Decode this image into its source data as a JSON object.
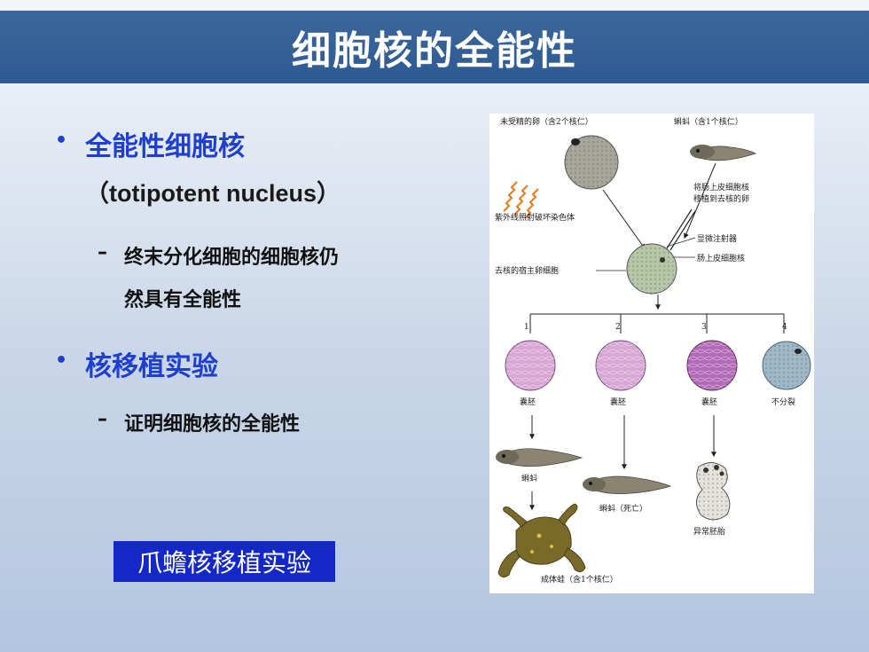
{
  "title": "细胞核的全能性",
  "bullets": {
    "b1": "全能性细胞核",
    "b1_sub": "（totipotent nucleus）",
    "b1_child_line1": "终末分化细胞的细胞核仍",
    "b1_child_line2": "然具有全能性",
    "b2": "核移植实验",
    "b2_child": "证明细胞核的全能性"
  },
  "marks": {
    "bullet": "•",
    "dash": "–"
  },
  "label_box": "爪蟾核移植实验",
  "figure": {
    "egg_top": "未受精的卵（含2个核仁）",
    "tadpole_top": "蝌蚪（含1个核仁）",
    "uv": "紫外线照射破坏染色体",
    "transfer_1": "将肠上皮细胞核",
    "transfer_2": "移植到去核的卵",
    "micropipette": "显微注射器",
    "intestinal": "肠上皮细胞核",
    "enucleated": "去核的宿主卵细胞",
    "n1": "1",
    "n2": "2",
    "n3": "3",
    "n4": "4",
    "blastula1": "囊胚",
    "blastula2": "囊胚",
    "blastula3": "囊胚",
    "no_division": "不分裂",
    "tadpole": "蝌蚪",
    "tadpole_dead": "蝌蚪（死亡）",
    "abnormal": "异常胚胎",
    "adult": "成体蛙（含1个核仁）",
    "colors": {
      "egg": "#a7a69a",
      "host": "#b6c6a6",
      "blastula_light": "#d7a6d4",
      "blastula_dark": "#b26ab6",
      "no_div": "#9eb8c8",
      "frog": "#7a6a2a",
      "uv": "#e67a1e"
    }
  }
}
